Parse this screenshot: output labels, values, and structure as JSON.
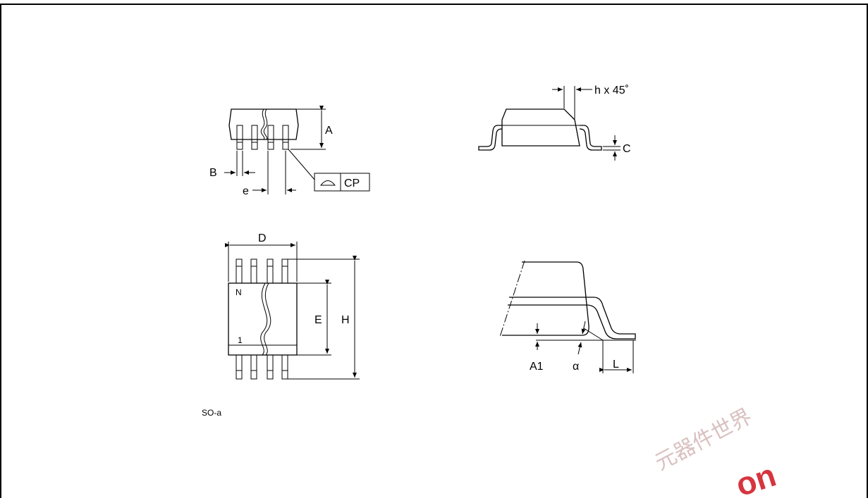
{
  "labels": {
    "A": "A",
    "B": "B",
    "e": "e",
    "CP": "CP",
    "h45": "h x 45˚",
    "C": "C",
    "D": "D",
    "E": "E",
    "H": "H",
    "N": "N",
    "pin1": "1",
    "A1": "A1",
    "alpha": "α",
    "L": "L",
    "caption": "SO-a"
  },
  "watermark": {
    "cjk": "元器件世界",
    "latin": "on"
  },
  "colors": {
    "line": "#000000",
    "watermark": "#d2202a",
    "background": "#ffffff"
  }
}
